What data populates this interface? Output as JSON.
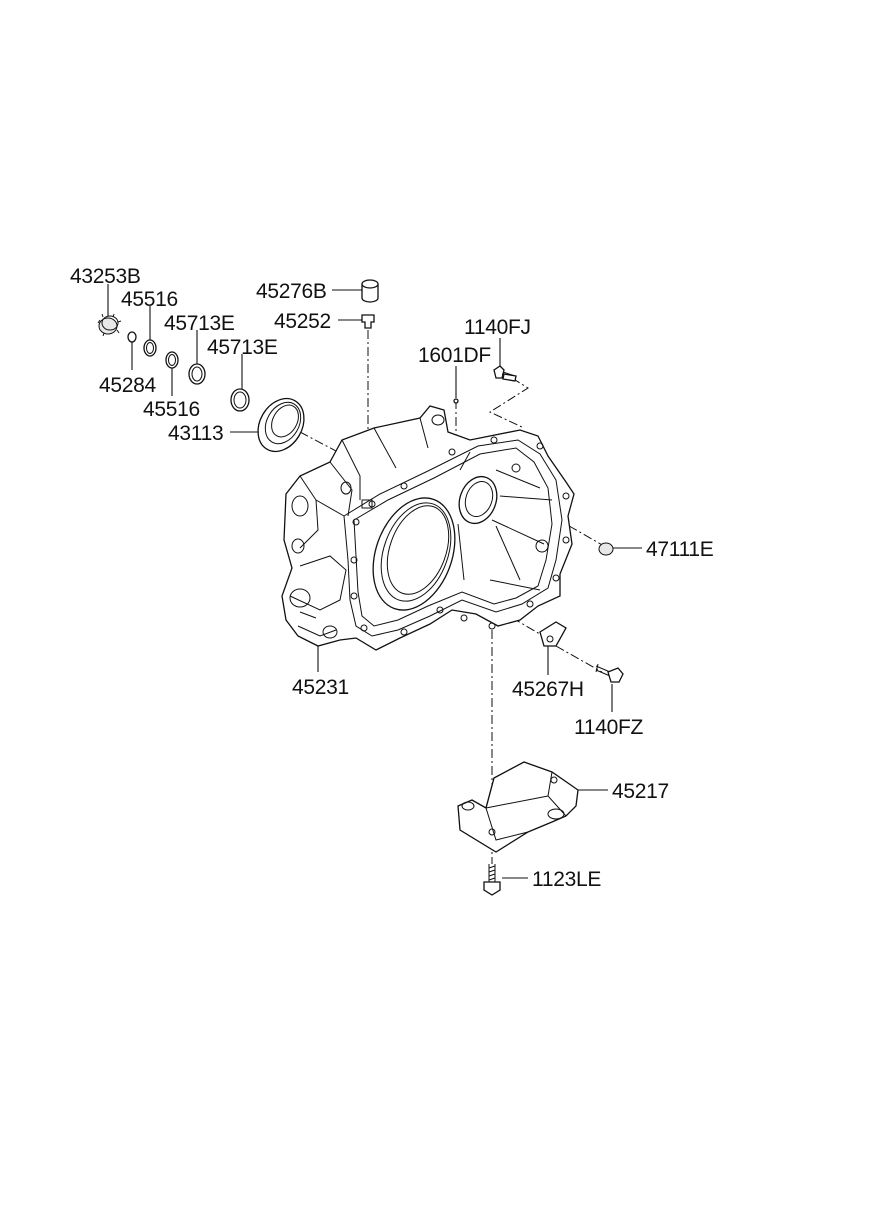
{
  "colors": {
    "line": "#111111",
    "background": "#ffffff"
  },
  "labels": {
    "p43253B": "43253B",
    "p45516a": "45516",
    "p45713Ea": "45713E",
    "p45713Eb": "45713E",
    "p45284": "45284",
    "p45516b": "45516",
    "p43113": "43113",
    "p45276B": "45276B",
    "p45252": "45252",
    "p1140FJ": "1140FJ",
    "p1601DF": "1601DF",
    "p47111E": "47111E",
    "p45231": "45231",
    "p45267H": "45267H",
    "p1140FZ": "1140FZ",
    "p45217": "45217",
    "p1123LE": "1123LE"
  }
}
